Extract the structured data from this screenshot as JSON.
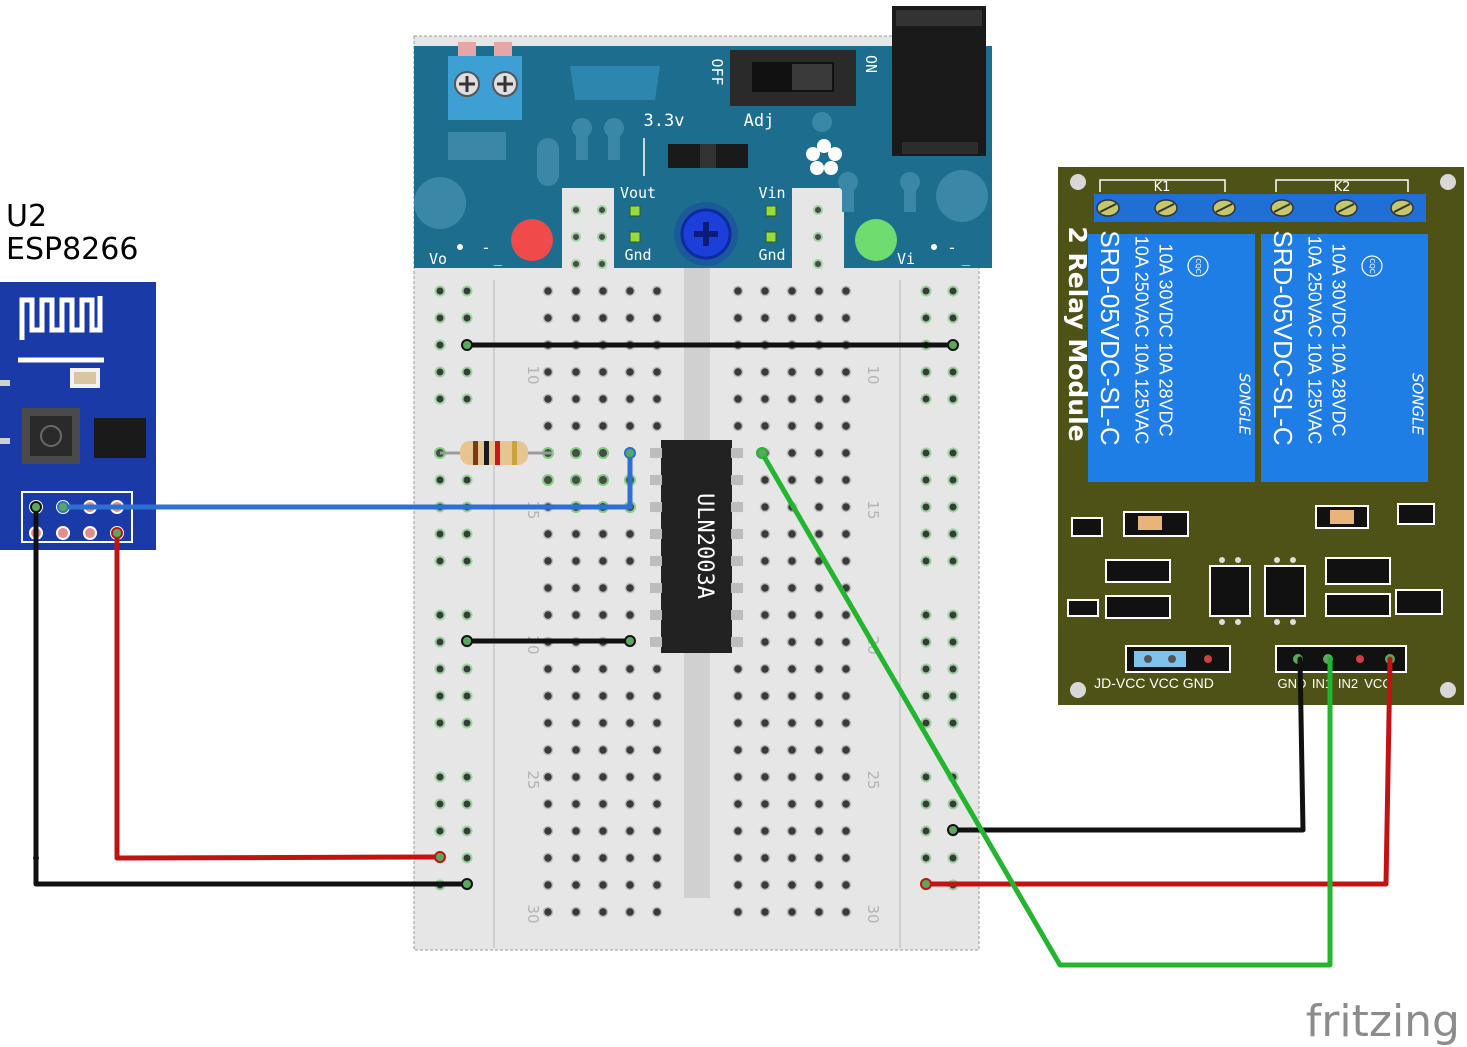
{
  "esp": {
    "designator": "U2",
    "part": "ESP8266"
  },
  "power_supply": {
    "switch_off": "OFF",
    "switch_on": "ON",
    "label_3v3": "3.3v",
    "label_adj": "Adj",
    "label_vout": "Vout",
    "label_vin": "Vin",
    "label_gnd_left": "Gnd",
    "label_gnd_right": "Gnd",
    "label_vo": "Vo",
    "label_vi": "Vi",
    "minus_left": "-",
    "minus_right": "-"
  },
  "breadboard": {
    "row_labels": [
      "10",
      "15",
      "20",
      "25",
      "30"
    ]
  },
  "chip": {
    "part": "ULN2003A"
  },
  "relay": {
    "title": "2 Relay Module",
    "k1": "K1",
    "k2": "K2",
    "relay_model": "SRD-05VDC-SL-C",
    "rating_line1": "10A 250VAC 10A 125VAC",
    "rating_line2": "10A 30VDC 10A 28VDC",
    "brand": "SONGLE",
    "cert": "CQC",
    "jumper_label": "JD-VCC  VCC  GND",
    "pin_gnd": "GND",
    "pin_in1": "IN1",
    "pin_in2": "IN2",
    "pin_vcc": "VCC"
  },
  "watermark": "fritzing",
  "colors": {
    "wire_blue": "#2e6fd6",
    "wire_red": "#c31212",
    "wire_black": "#1b1b1b",
    "wire_green": "#23b52f",
    "esp_board": "#1a3aa8",
    "psu_board": "#1d6d8f",
    "relay_board": "#4e5216",
    "relay_body": "#1f7ee6",
    "breadboard": "#e6e6e6"
  }
}
